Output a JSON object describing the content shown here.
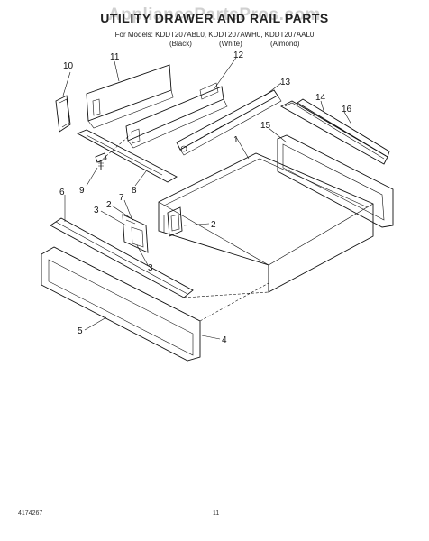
{
  "watermark": "AppliancePartsPros.com",
  "title": "UTILITY DRAWER AND RAIL PARTS",
  "models": "For Models: KDDT207ABL0, KDDT207AWH0, KDDT207AAL0",
  "colors": [
    "(Black)",
    "(White)",
    "(Almond)"
  ],
  "callouts": [
    "10",
    "11",
    "12",
    "13",
    "14",
    "16",
    "15",
    "1",
    "9",
    "8",
    "6",
    "7",
    "3",
    "2",
    "2",
    "3",
    "5",
    "4"
  ],
  "footer": {
    "part_number": "4174267",
    "page": "11"
  }
}
